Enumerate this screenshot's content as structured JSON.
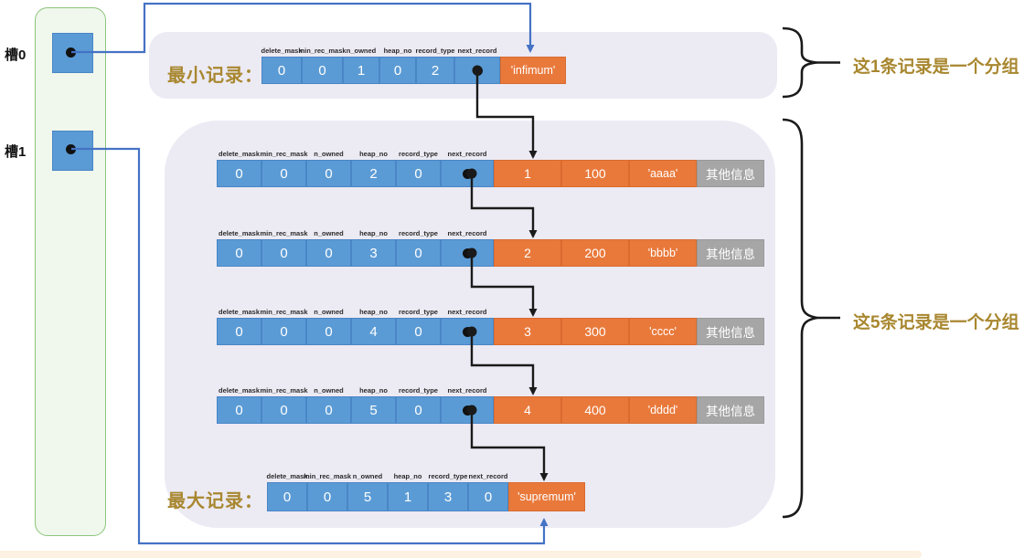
{
  "slots": {
    "items": [
      {
        "label": "槽0"
      },
      {
        "label": "槽1"
      }
    ]
  },
  "field_headers": [
    "delete_mask",
    "min_rec_mask",
    "n_owned",
    "heap_no",
    "record_type",
    "next_record"
  ],
  "min_record": {
    "label": "最小记录：",
    "fields": [
      "0",
      "0",
      "1",
      "0",
      "2",
      ""
    ],
    "payload": [
      "'infimum'"
    ]
  },
  "records": [
    {
      "fields": [
        "0",
        "0",
        "0",
        "2",
        "0",
        ""
      ],
      "payload": [
        "1",
        "100",
        "'aaaa'"
      ],
      "extra": "其他信息"
    },
    {
      "fields": [
        "0",
        "0",
        "0",
        "3",
        "0",
        ""
      ],
      "payload": [
        "2",
        "200",
        "'bbbb'"
      ],
      "extra": "其他信息"
    },
    {
      "fields": [
        "0",
        "0",
        "0",
        "4",
        "0",
        ""
      ],
      "payload": [
        "3",
        "300",
        "'cccc'"
      ],
      "extra": "其他信息"
    },
    {
      "fields": [
        "0",
        "0",
        "0",
        "5",
        "0",
        ""
      ],
      "payload": [
        "4",
        "400",
        "'dddd'"
      ],
      "extra": "其他信息"
    }
  ],
  "max_record": {
    "label": "最大记录：",
    "fields": [
      "0",
      "0",
      "5",
      "1",
      "3",
      "0"
    ],
    "payload": [
      "'supremum'"
    ]
  },
  "annotations": {
    "group_one": "这1条记录是一个分组",
    "group_five": "这5条记录是一个分组"
  },
  "colors": {
    "cell_blue": "#5b9bd5",
    "cell_orange": "#e9793b",
    "cell_gray": "#a6a6a6",
    "container_lavender": "#eceaf3",
    "panel_green_fill": "#f0f7ec",
    "panel_green_border": "#8cc57c",
    "connector_blue": "#4472c4",
    "connector_black": "#1a1a1a",
    "label_gold": "#a8872f",
    "bottom_strip": "#fdf1e1"
  }
}
